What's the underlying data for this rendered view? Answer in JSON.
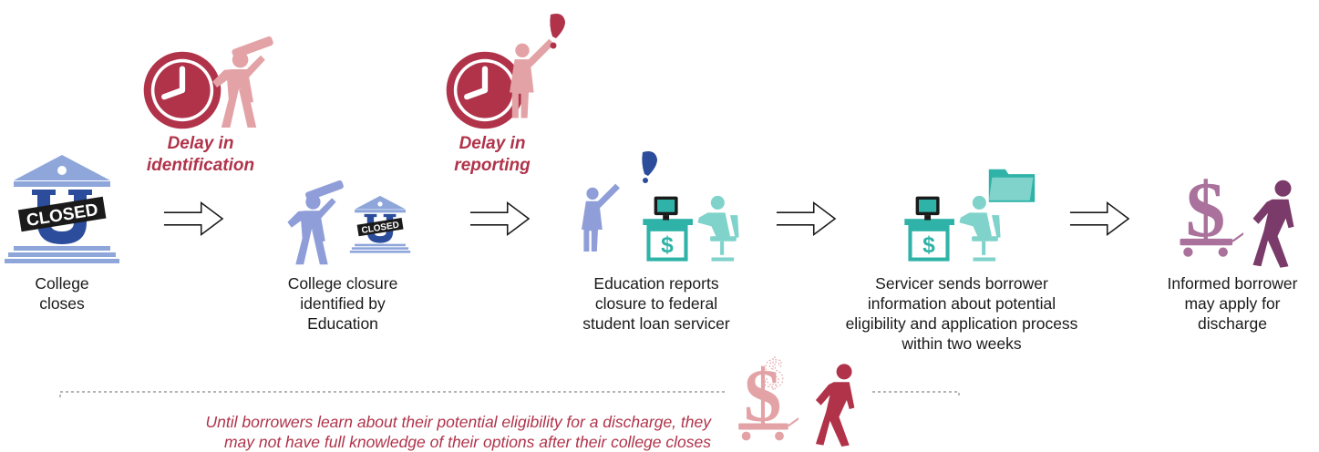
{
  "steps": [
    {
      "label": "College\ncloses"
    },
    {
      "label": "College closure\nidentified by\nEducation"
    },
    {
      "label": "Education reports\nclosure to federal\nstudent loan servicer"
    },
    {
      "label": "Servicer sends borrower\ninformation about potential\neligibility and application process\nwithin two weeks"
    },
    {
      "label": "Informed borrower\nmay apply for\ndischarge"
    }
  ],
  "delays": [
    {
      "label": "Delay in\nidentification"
    },
    {
      "label": "Delay in\nreporting"
    }
  ],
  "sign_text": "CLOSED",
  "building_letter": "U",
  "note": "Until borrowers learn about their potential eligibility for a discharge, they\nmay not have full knowledge of their options after their college closes",
  "icons": {
    "building": "closed-college-icon",
    "clock": "clock-icon",
    "telescope_person": "person-with-telescope-icon",
    "megaphone_person": "person-with-megaphone-icon",
    "desk_worker": "servicer-at-desk-icon",
    "folder": "folder-icon",
    "dollar_cart": "dollar-cart-icon",
    "walking_person": "person-pulling-cart-icon",
    "arrow": "right-arrow-icon"
  },
  "colors": {
    "blue": "#2b4d9c",
    "light_blue": "#8ea6da",
    "periwinkle": "#8f9ed8",
    "teal": "#2fb3a8",
    "crimson": "#b0334a",
    "pink": "#e3a3a6",
    "purple": "#7a3b6a",
    "mauve": "#a9719b"
  }
}
